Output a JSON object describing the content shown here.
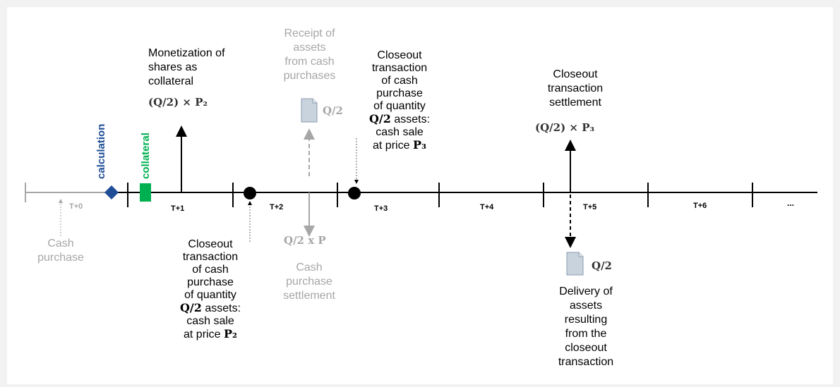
{
  "timeline": {
    "ticks": [
      "T+0",
      "T+1",
      "T+2",
      "T+3",
      "T+4",
      "T+5",
      "T+6"
    ],
    "ellipsis": "..."
  },
  "markers": {
    "calculation": "calculation",
    "collateral": "collateral"
  },
  "labels": {
    "cash_purchase": "Cash\npurchase",
    "monetization": "Monetization of\nshares as\ncollateral",
    "receipt": "Receipt of\nassets\nfrom cash\npurchases",
    "closeout_t3": "Closeout\ntransaction\nof cash\npurchase\nof quantity",
    "closeout_t3_q": "Q/2",
    "closeout_t3_assets": " assets:",
    "closeout_t3_sale": "cash sale",
    "closeout_t3_price": "at price ",
    "closeout_t3_p": "P₃",
    "closeout_settlement": "Closeout\ntransaction\nsettlement",
    "closeout_t2": "Closeout\ntransaction\nof cash\npurchase\nof quantity",
    "closeout_t2_q": "Q/2",
    "closeout_t2_assets": " assets:",
    "closeout_t2_sale": "cash sale",
    "closeout_t2_price": "at price ",
    "closeout_t2_p": "P₂",
    "cash_purchase_settlement": "Cash\npurchase\nsettlement",
    "delivery": "Delivery of\nassets\nresulting\nfrom the\ncloseout\ntransaction"
  },
  "formulas": {
    "q2_p2": "(Q/2) × P₂",
    "q2_receipt": "Q/2",
    "q2_p3": "(Q/2)  ×  P₃",
    "q2_x_p": "Q/2 x P",
    "q2_delivery": "Q/2"
  },
  "colors": {
    "calculation": "#1f4e96",
    "collateral": "#00b050",
    "gray": "#a6a6a6",
    "line": "#000000",
    "document": "#c9d3de"
  },
  "icons": {
    "document": "document-icon"
  }
}
